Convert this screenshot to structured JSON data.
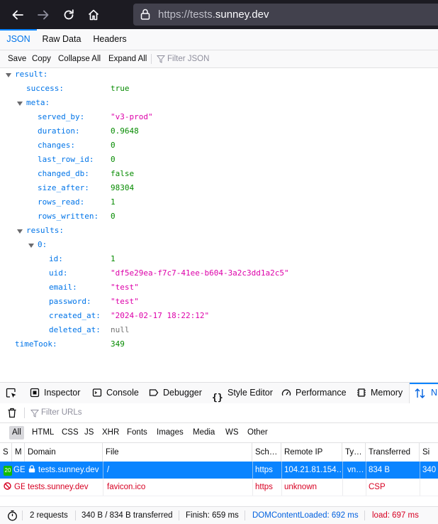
{
  "browser": {
    "url_prefix": "https://tests.",
    "url_domain": "sunney.dev"
  },
  "json_viewer": {
    "tabs": [
      "JSON",
      "Raw Data",
      "Headers"
    ],
    "toolbar": {
      "save": "Save",
      "copy": "Copy",
      "collapse_all": "Collapse All",
      "expand_all": "Expand All",
      "filter_placeholder": "Filter JSON"
    },
    "tree": {
      "result": "result:",
      "success_k": "success:",
      "success_v": "true",
      "meta": "meta:",
      "served_by_k": "served_by:",
      "served_by_v": "\"v3-prod\"",
      "duration_k": "duration:",
      "duration_v": "0.9648",
      "changes_k": "changes:",
      "changes_v": "0",
      "last_row_id_k": "last_row_id:",
      "last_row_id_v": "0",
      "changed_db_k": "changed_db:",
      "changed_db_v": "false",
      "size_after_k": "size_after:",
      "size_after_v": "98304",
      "rows_read_k": "rows_read:",
      "rows_read_v": "1",
      "rows_written_k": "rows_written:",
      "rows_written_v": "0",
      "results": "results:",
      "idx0": "0:",
      "id_k": "id:",
      "id_v": "1",
      "uid_k": "uid:",
      "uid_v": "\"df5e29ea-f7c7-41ee-b604-3a2c3dd1a2c5\"",
      "email_k": "email:",
      "email_v": "\"test\"",
      "password_k": "password:",
      "password_v": "\"test\"",
      "created_at_k": "created_at:",
      "created_at_v": "\"2024-02-17 18:22:12\"",
      "deleted_at_k": "deleted_at:",
      "deleted_at_v": "null",
      "timeTook_k": "timeTook:",
      "timeTook_v": "349"
    }
  },
  "devtools": {
    "tabs": {
      "inspector": "Inspector",
      "console": "Console",
      "debugger": "Debugger",
      "style_editor": "Style Editor",
      "performance": "Performance",
      "memory": "Memory",
      "network": "N"
    },
    "filter_placeholder": "Filter URLs",
    "type_filters": [
      "All",
      "HTML",
      "CSS",
      "JS",
      "XHR",
      "Fonts",
      "Images",
      "Media",
      "WS",
      "Other"
    ],
    "columns": {
      "status": "S",
      "method": "M",
      "domain": "Domain",
      "file": "File",
      "scheme": "Sch…",
      "remote_ip": "Remote IP",
      "type": "Ty…",
      "transferred": "Transferred",
      "size": "Si"
    },
    "requests": [
      {
        "status": "20",
        "method": "GE",
        "domain": "tests.sunney.dev",
        "file": "/",
        "scheme": "https",
        "remote_ip": "104.21.81.154…",
        "type": "vn…",
        "transferred": "834 B",
        "size": "340"
      },
      {
        "method": "GE",
        "domain": "tests.sunney.dev",
        "file": "favicon.ico",
        "scheme": "https",
        "remote_ip": "unknown",
        "type": "",
        "transferred": "CSP",
        "size": ""
      }
    ],
    "status_bar": {
      "requests": "2 requests",
      "transferred": "340 B / 834 B transferred",
      "finish": "Finish: 659 ms",
      "dcl": "DOMContentLoaded: 692 ms",
      "load": "load: 697 ms"
    },
    "colors": {
      "selected_row": "#0a84ff",
      "error_red": "#d70022",
      "dcl_blue": "#0060df",
      "load_red": "#d70022"
    }
  }
}
